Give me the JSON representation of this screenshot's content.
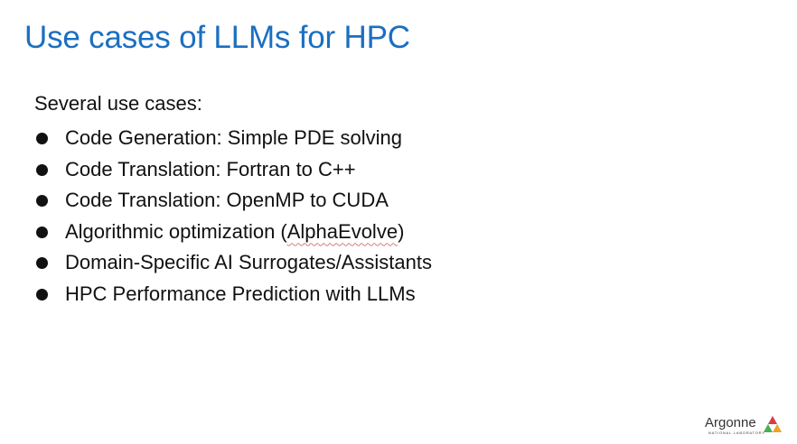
{
  "slide": {
    "title": "Use cases of LLMs for HPC",
    "intro": "Several use cases:",
    "bullets": [
      {
        "prefix": "Code Generation: Simple PDE solving",
        "flagged": "",
        "suffix": ""
      },
      {
        "prefix": "Code Translation: Fortran to C++",
        "flagged": "",
        "suffix": ""
      },
      {
        "prefix": "Code Translation: OpenMP to CUDA",
        "flagged": "",
        "suffix": ""
      },
      {
        "prefix": "Algorithmic optimization (",
        "flagged": "AlphaEvolve",
        "suffix": ")"
      },
      {
        "prefix": "Domain-Specific AI Surrogates/Assistants",
        "flagged": "",
        "suffix": ""
      },
      {
        "prefix": "HPC Performance Prediction with LLMs",
        "flagged": "",
        "suffix": ""
      }
    ]
  },
  "logo": {
    "word": "Argonne",
    "subtitle": "NATIONAL LABORATORY",
    "icon": "argonne-triangle-logo",
    "colors": [
      "#e03a3e",
      "#f4a31b",
      "#1c9fd7",
      "#4caf50"
    ]
  },
  "colors": {
    "title": "#1a6fc1",
    "body_text": "#111111",
    "spell_underline": "#d97b7b",
    "background": "#ffffff"
  }
}
